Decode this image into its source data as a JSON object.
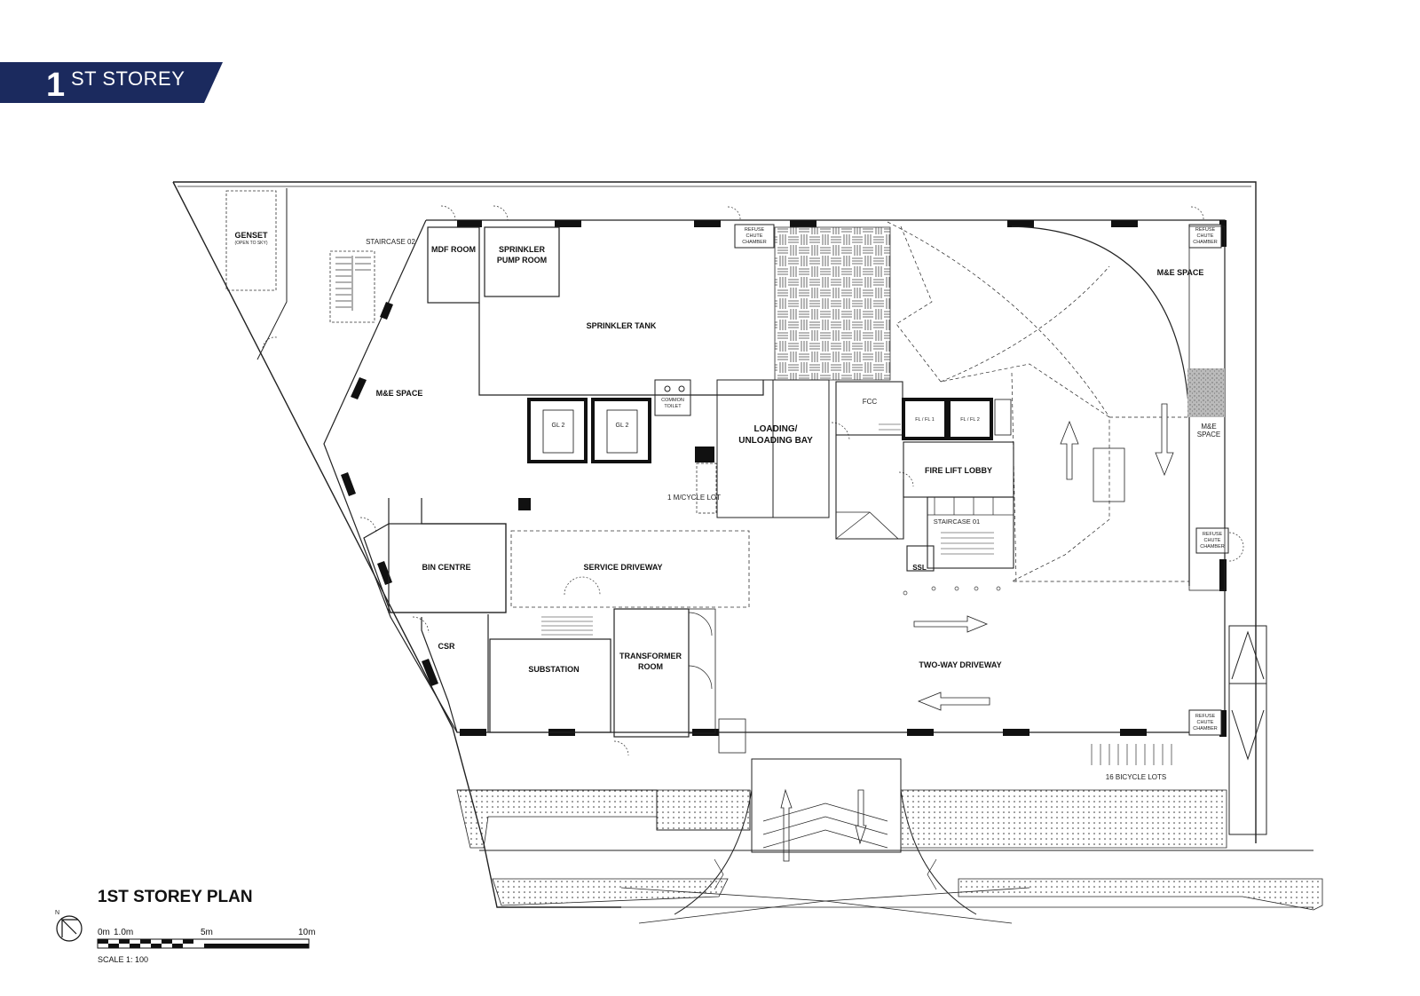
{
  "banner": {
    "number": "1",
    "text": "ST STOREY",
    "color": "#1b2a5e"
  },
  "rooms": {
    "genset": "GENSET",
    "genset_note": "(OPEN TO SKY)",
    "staircase_02": "STAIRCASE 02",
    "mdf_room": "MDF ROOM",
    "sprinkler_pump_room_1": "SPRINKLER",
    "sprinkler_pump_room_2": "PUMP ROOM",
    "refuse_chute_1": "REFUSE",
    "refuse_chute_2": "CHUTE",
    "refuse_chute_3": "CHAMBER",
    "me_space_left": "M&E SPACE",
    "sprinkler_tank": "SPRINKLER TANK",
    "common_toilet_1": "COMMON",
    "common_toilet_2": "TOILET",
    "gl2_a": "GL 2",
    "gl2_b": "GL 2",
    "loading_1": "LOADING/",
    "loading_2": "UNLOADING BAY",
    "fcc": "FCC",
    "fl1": "FL / FL 1",
    "fl2": "FL / FL 2",
    "fire_lift_lobby": "FIRE LIFT LOBBY",
    "staircase_01": "STAIRCASE 01",
    "ssl": "SSL",
    "me_space_top_right": "M&E SPACE",
    "me_space_right_1": "M&E",
    "me_space_right_2": "SPACE",
    "mcycle_lot": "1 M/CYCLE LOT",
    "bin_centre": "BIN CENTRE",
    "service_driveway": "SERVICE DRIVEWAY",
    "csr": "CSR",
    "substation": "SUBSTATION",
    "transformer_1": "TRANSFORMER",
    "transformer_2": "ROOM",
    "two_way_driveway": "TWO-WAY DRIVEWAY",
    "bicycle_lots": "16 BICYCLE LOTS"
  },
  "plan_title": "1ST STOREY PLAN",
  "scale": {
    "tick_0": "0m",
    "tick_1": "1.0m",
    "tick_5": "5m",
    "tick_10": "10m",
    "text": "SCALE 1:  100",
    "north": "N"
  }
}
